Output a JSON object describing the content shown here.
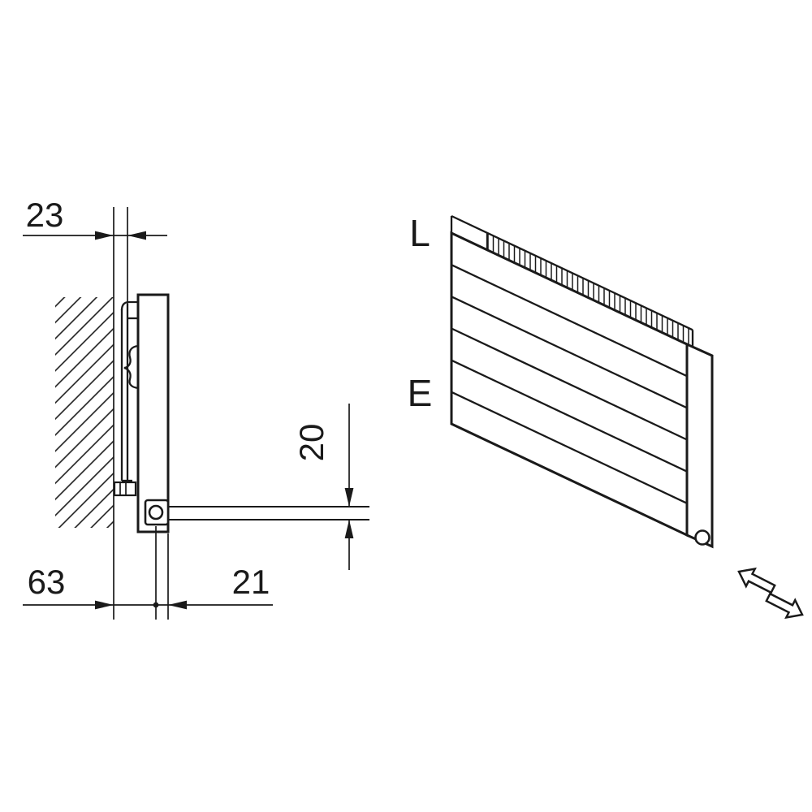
{
  "colors": {
    "ink": "#1a1a1a",
    "paper": "#ffffff"
  },
  "side_view": {
    "dim_top": "23",
    "dim_pipe_spacing": "20",
    "dim_bottom_left": "63",
    "dim_bottom_right": "21"
  },
  "perspective_view": {
    "label_length": "L",
    "label_height": "E"
  }
}
